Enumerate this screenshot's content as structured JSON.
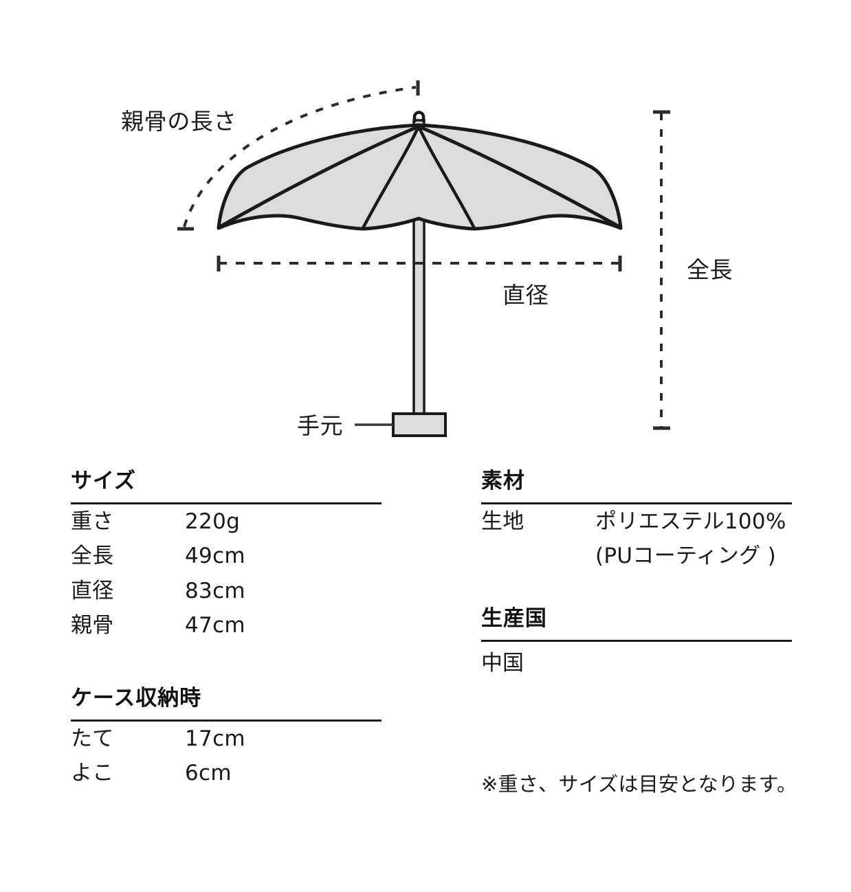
{
  "diagram": {
    "labels": {
      "rib_length": "親骨の長さ",
      "diameter": "直径",
      "total_length": "全長",
      "handle": "手元"
    },
    "colors": {
      "canopy_fill": "#dcdcdc",
      "outline": "#1a1a1a",
      "background": "#ffffff"
    }
  },
  "sections": {
    "size": {
      "title": "サイズ",
      "rows": [
        {
          "label": "重さ",
          "value": "220g"
        },
        {
          "label": "全長",
          "value": "49cm"
        },
        {
          "label": "直径",
          "value": "83cm"
        },
        {
          "label": "親骨",
          "value": "47cm"
        }
      ]
    },
    "case": {
      "title": "ケース収納時",
      "rows": [
        {
          "label": "たて",
          "value": "17cm"
        },
        {
          "label": "よこ",
          "value": "6cm"
        }
      ]
    },
    "material": {
      "title": "素材",
      "rows": [
        {
          "label": "生地",
          "value": "ポリエステル100%\n(PUコーティング )"
        }
      ]
    },
    "origin": {
      "title": "生産国",
      "value": "中国"
    }
  },
  "footnote": "※重さ、サイズは目安となります。"
}
